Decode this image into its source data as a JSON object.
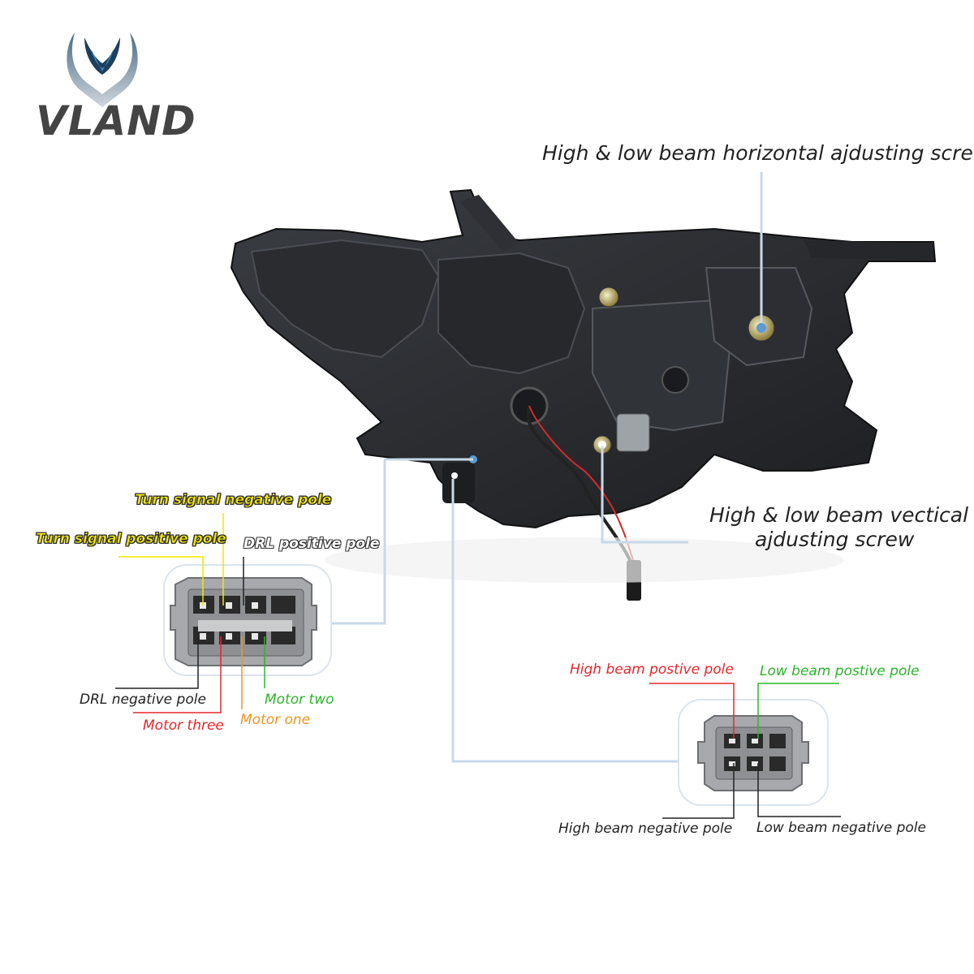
{
  "brand": {
    "name": "VLAND"
  },
  "labels": {
    "horizontal_screw": "High & low beam horizontal ajdusting screw",
    "vertical_screw_line1": "High & low beam vectical",
    "vertical_screw_line2": "ajdusting screw",
    "turn_signal_negative": "Turn signal negative pole",
    "turn_signal_positive": "Turn signal positive pole",
    "drl_positive": "DRL positive pole",
    "drl_negative": "DRL negative pole",
    "motor_three": "Motor three",
    "motor_one": "Motor one",
    "motor_two": "Motor two",
    "high_beam_positive": "High beam postive pole",
    "low_beam_positive": "Low beam postive pole",
    "high_beam_negative": "High beam negative pole",
    "low_beam_negative": "Low beam negative pole"
  },
  "colors": {
    "callout_line": "#c8d9e8",
    "red": "#e8262b",
    "orange": "#f29423",
    "green": "#2bb52b",
    "yellow": "#f2e600",
    "connector_gray": "#a7a9ac"
  }
}
